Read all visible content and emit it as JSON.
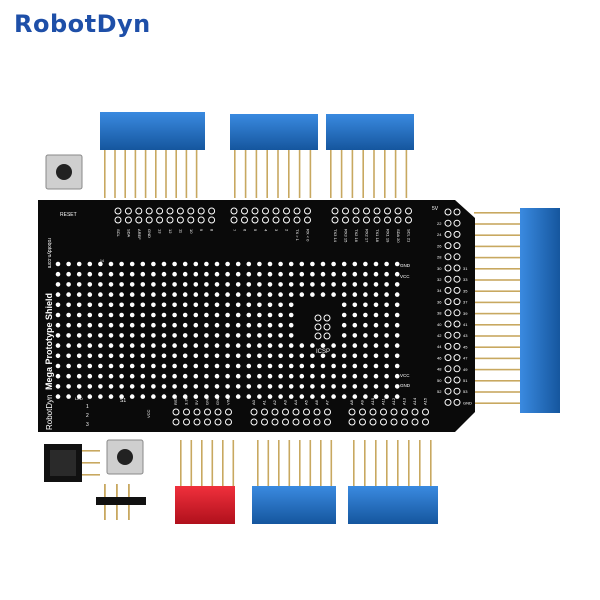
{
  "brand": {
    "logo_text": "RobotDyn",
    "color": "#1e4fa8"
  },
  "board": {
    "title": "Mega Prototype Shield",
    "brand_mark": "RobotDyn",
    "website": "robotdyn.com",
    "reset_label": "RESET",
    "icsp_label": "ICSP",
    "switch_label": "S1",
    "led_label": "LED",
    "vcc_label": "VCC",
    "five_v_label": "5V",
    "rail_labels": [
      "GND",
      "VCC",
      "VCC",
      "GND"
    ],
    "top_pins_left": [
      "SCL",
      "SDA",
      "AREF",
      "GND",
      "13",
      "12",
      "11",
      "10",
      "9",
      "8"
    ],
    "top_pins_mid": [
      "7",
      "6",
      "5",
      "4",
      "3",
      "2",
      "TX > 1",
      "RX < 0"
    ],
    "top_pins_right": [
      "TX3 14",
      "RX3 15",
      "TX2 16",
      "RX2 17",
      "TX1 18",
      "RX1 19",
      "SDA 20",
      "SCL 21"
    ],
    "right_inner_pins": [
      "22",
      "24",
      "26",
      "28",
      "30",
      "32",
      "34",
      "36",
      "38",
      "40",
      "42",
      "44",
      "46",
      "48",
      "50",
      "52"
    ],
    "right_outer_pins": [
      "31",
      "33",
      "35",
      "37",
      "39",
      "41",
      "43",
      "45",
      "47",
      "49",
      "51",
      "53",
      "GND"
    ],
    "bottom_power_pins": [
      "RST",
      "3.3V",
      "5V",
      "GND",
      "GND",
      "VIN"
    ],
    "bottom_analog_pins_1": [
      "A0",
      "A1",
      "A2",
      "A3",
      "A4",
      "A5",
      "A6",
      "A7"
    ],
    "bottom_analog_pins_2": [
      "A8",
      "A9",
      "A10",
      "A11",
      "A12",
      "A13",
      "A14",
      "A15"
    ],
    "led_numbers": [
      "1",
      "2",
      "3"
    ],
    "chip_pin_label": "14"
  },
  "colors": {
    "pcb": "#0a0a0a",
    "header_blue": "#1f6fc4",
    "header_red": "#e01f2e",
    "pin": "#c8a860"
  }
}
